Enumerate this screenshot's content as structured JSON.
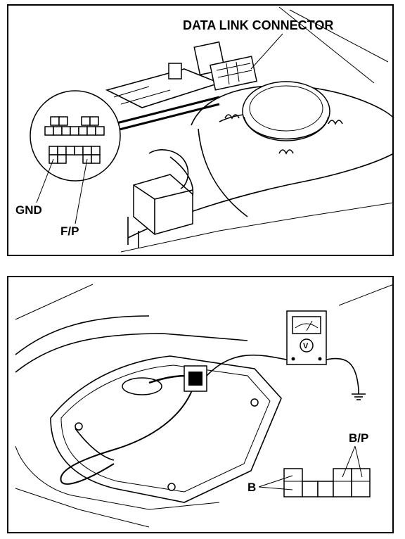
{
  "top_panel": {
    "label_dlc": "DATA LINK  CONNECTOR",
    "label_gnd": "GND",
    "label_fp": "F/P"
  },
  "bottom_panel": {
    "label_bp": "B/P",
    "label_b": "B"
  },
  "icons": [
    "voltmeter-icon",
    "ground-symbol-icon",
    "connector-icon"
  ]
}
